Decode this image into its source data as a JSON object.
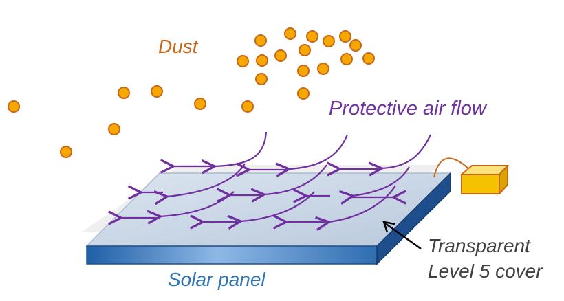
{
  "labels": {
    "dust": "Dust",
    "air_flow": "Protective air flow",
    "cover_line1": "Transparent",
    "cover_line2": "Level 5 cover",
    "solar_panel": "Solar panel"
  },
  "colors": {
    "dust_text": "#C8661A",
    "dust_fill": "#F7A800",
    "dust_stroke": "#C8661A",
    "air_flow": "#7030A0",
    "panel_label": "#2E75B6",
    "panel_top": "#C9D6E6",
    "panel_front": "#2E6DB0",
    "panel_side": "#1F4E8C",
    "cover_text": "#404040",
    "device_fill": "#F5C200",
    "device_stroke": "#C8661A",
    "wire": "#C8661A",
    "pointer": "#000000"
  },
  "icons": [
    "dust-particle-icon",
    "air-flow-arrow-icon",
    "blower-device-icon",
    "pointer-arrow-icon"
  ]
}
